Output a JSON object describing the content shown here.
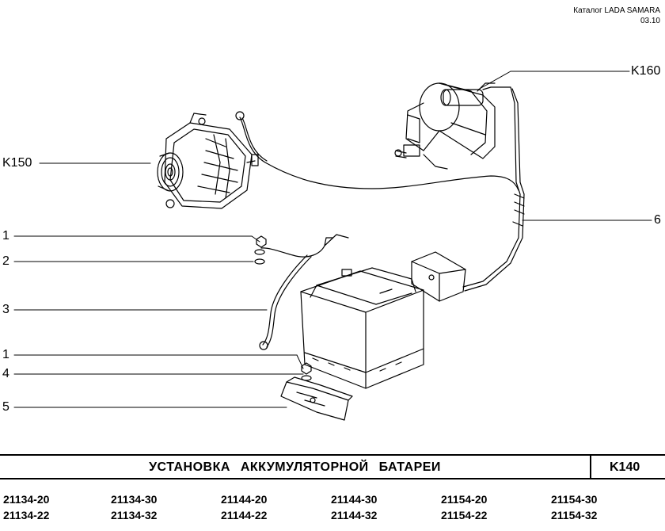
{
  "header": {
    "catalog": "Каталог  LADA SAMARA",
    "date": "03.10"
  },
  "callouts": {
    "k150": "K150",
    "k160": "K160",
    "c6": "6",
    "c1a": "1",
    "c2": "2",
    "c3": "3",
    "c1b": "1",
    "c4": "4",
    "c5": "5"
  },
  "titlebar": {
    "title": "УСТАНОВКА  АККУМУЛЯТОРНОЙ  БАТАРЕИ",
    "code": "K140"
  },
  "models": [
    "21134-20",
    "21134-30",
    "21144-20",
    "21144-30",
    "21154-20",
    "21154-30",
    "21134-22",
    "21134-32",
    "21144-22",
    "21144-32",
    "21154-22",
    "21154-32"
  ]
}
